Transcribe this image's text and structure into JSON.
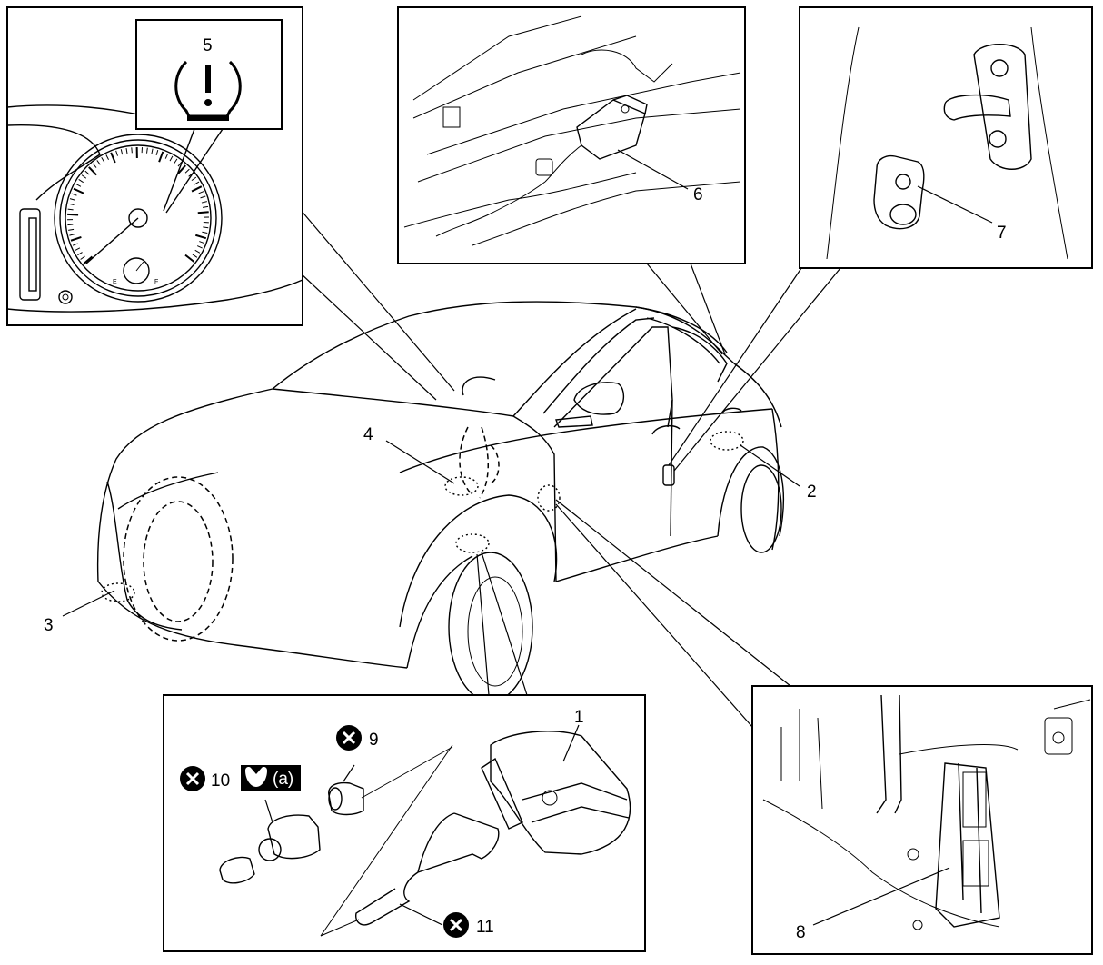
{
  "callouts": {
    "c1": "1",
    "c2": "2",
    "c3": "3",
    "c4": "4",
    "c5": "5",
    "c6": "6",
    "c7": "7",
    "c8": "8",
    "c9": "9",
    "c10": "10",
    "c11": "11"
  },
  "torque_tag": "(a)",
  "gauge_marks": {
    "empty": "E",
    "full": "F"
  },
  "icons": {
    "do_not_reuse": "x-circle-icon",
    "torque": "wrench-icon",
    "tpms_warning": "tire-pressure-warning-icon"
  }
}
